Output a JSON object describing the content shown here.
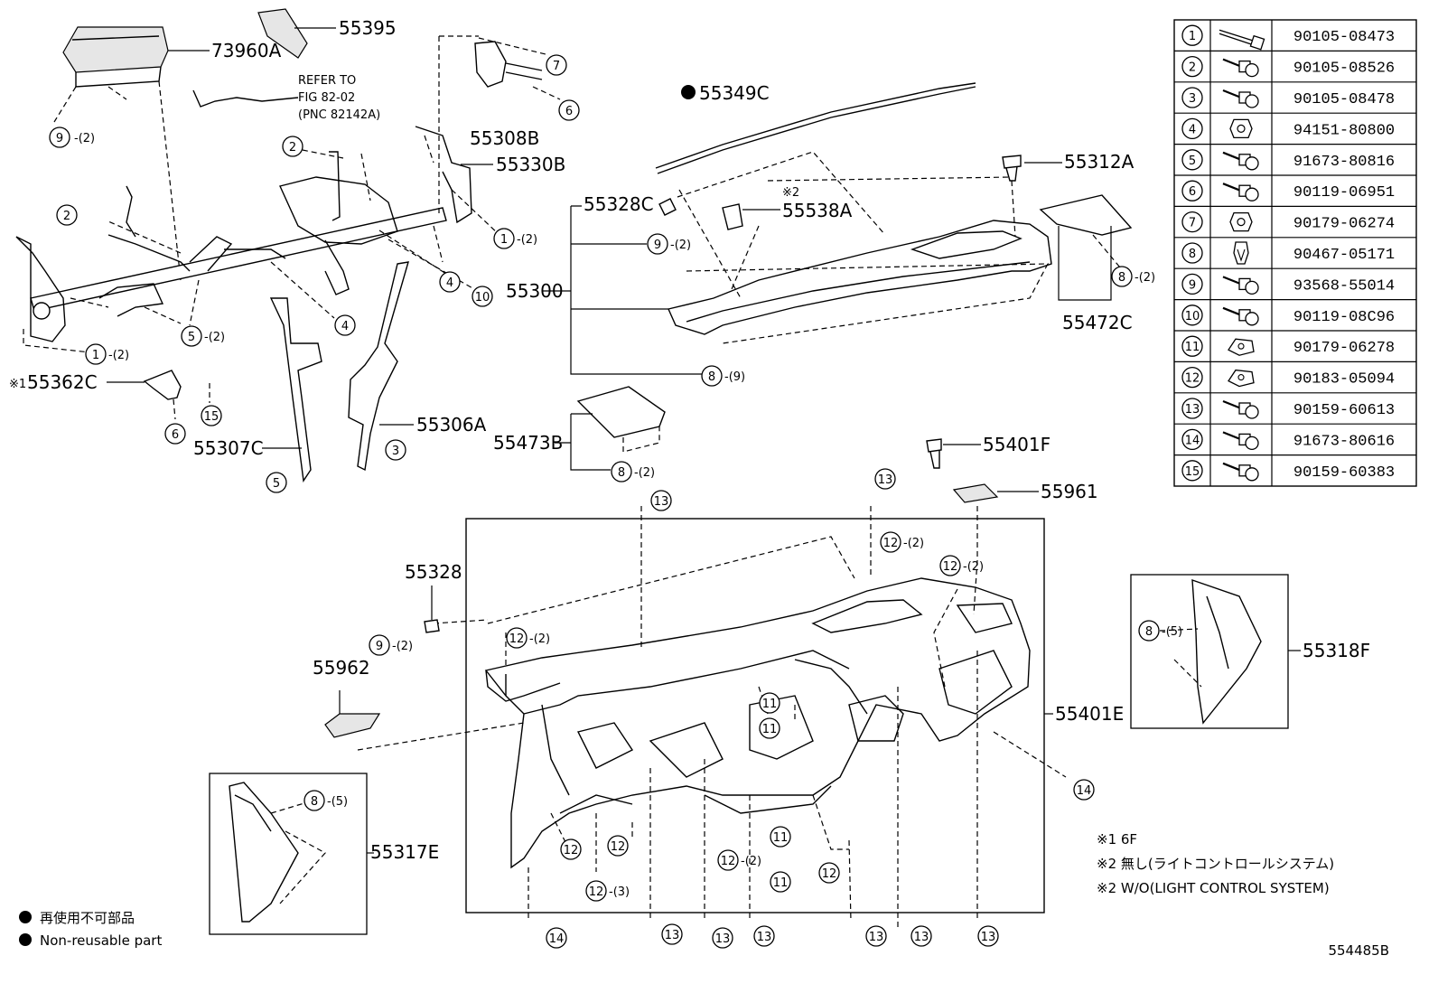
{
  "diagram_id": "554485B",
  "parts": {
    "p73960A": "73960A",
    "p55395": "55395",
    "refer1": "REFER TO",
    "refer2": "FIG 82-02",
    "refer3": "(PNC 82142A)",
    "p55308B": "55308B",
    "p55330B": "55330B",
    "p55349C": "55349C",
    "p55312A": "55312A",
    "p55328C": "55328C",
    "mark2": "※2",
    "p55538A": "55538A",
    "p55300": "55300",
    "p55472C": "55472C",
    "p55362C": "55362C",
    "mark1": "※1",
    "p55306A": "55306A",
    "p55307C": "55307C",
    "p55473B": "55473B",
    "p55401F": "55401F",
    "p55961": "55961",
    "p55328": "55328",
    "p55962": "55962",
    "p55401E": "55401E",
    "p55318F": "55318F",
    "p55317E": "55317E"
  },
  "qty": {
    "q2": "-(2)",
    "q3": "-(3)",
    "q5": "-(5)",
    "q9": "-(9)"
  },
  "fastener_table": [
    {
      "no": "1",
      "part": "90105-08473",
      "icon": "long-bolt-icon"
    },
    {
      "no": "2",
      "part": "90105-08526",
      "icon": "flange-bolt-icon"
    },
    {
      "no": "3",
      "part": "90105-08478",
      "icon": "flange-bolt-icon"
    },
    {
      "no": "4",
      "part": "94151-80800",
      "icon": "nut-icon"
    },
    {
      "no": "5",
      "part": "91673-80816",
      "icon": "flange-bolt-icon"
    },
    {
      "no": "6",
      "part": "90119-06951",
      "icon": "flange-bolt-icon"
    },
    {
      "no": "7",
      "part": "90179-06274",
      "icon": "nut-icon"
    },
    {
      "no": "8",
      "part": "90467-05171",
      "icon": "clip-icon"
    },
    {
      "no": "9",
      "part": "93568-55014",
      "icon": "screw-icon"
    },
    {
      "no": "10",
      "part": "90119-08C96",
      "icon": "flange-bolt-icon"
    },
    {
      "no": "11",
      "part": "90179-06278",
      "icon": "nut-clip-icon"
    },
    {
      "no": "12",
      "part": "90183-05094",
      "icon": "nut-clip-icon"
    },
    {
      "no": "13",
      "part": "90159-60613",
      "icon": "screw-icon"
    },
    {
      "no": "14",
      "part": "91673-80616",
      "icon": "screw-icon"
    },
    {
      "no": "15",
      "part": "90159-60383",
      "icon": "screw-icon"
    }
  ],
  "notes": {
    "n1": "※1 6F",
    "n2jp": "※2 無し(ライトコントロールシステム)",
    "n2en": "※2 W/O(LIGHT CONTROL SYSTEM)"
  },
  "legend": {
    "jp": "再使用不可部品",
    "en": "Non-reusable part"
  }
}
